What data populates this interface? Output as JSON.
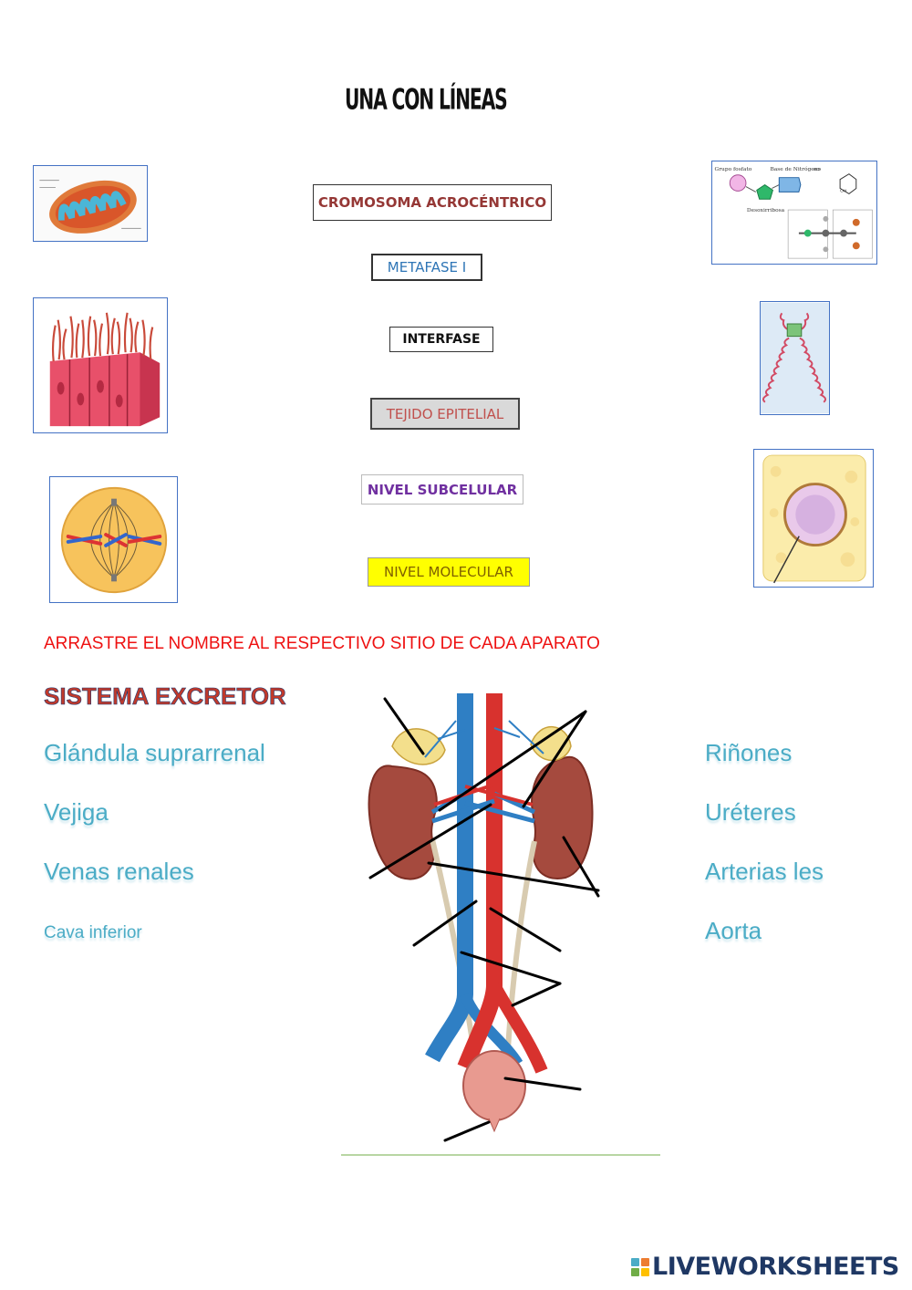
{
  "header": {
    "title": "UNA CON LÍNEAS"
  },
  "match_boxes": [
    "CROMOSOMA ACROCÉNTRICO",
    "METAFASE I",
    "INTERFASE",
    "TEJIDO EPITELIAL",
    "NIVEL SUBCELULAR",
    "NIVEL MOLECULAR"
  ],
  "images": {
    "mitochondrion": "mitochondrion-icon",
    "epithelium": "epithelial-tissue-icon",
    "metaphase": "metaphase-cell-icon",
    "nucleotide": "nucleotide-molecule-icon",
    "chromosome": "chromosome-icon",
    "interphase": "interphase-cell-icon"
  },
  "section2": {
    "instruction": "ARRASTRE EL NOMBRE AL RESPECTIVO SITIO DE CADA APARATO",
    "system_title": "SISTEMA EXCRETOR",
    "left_labels": [
      "Glándula suprarrenal",
      "Vejiga",
      "Venas renales",
      "Cava inferior"
    ],
    "right_labels": [
      "Riñones",
      "Uréteres",
      "Arterias les",
      "Aorta"
    ]
  },
  "nucleotide_labels": {
    "phosphate": "Grupo fosfato",
    "base": "Base de Nitrógeno",
    "sugar": "Desoxirribosa"
  },
  "footer": {
    "brand": "LIVEWORKSHEETS"
  },
  "colors": {
    "accent_blue": "#4bacc6",
    "instruction_red": "#ee1111",
    "box_border": "#4472c4"
  }
}
